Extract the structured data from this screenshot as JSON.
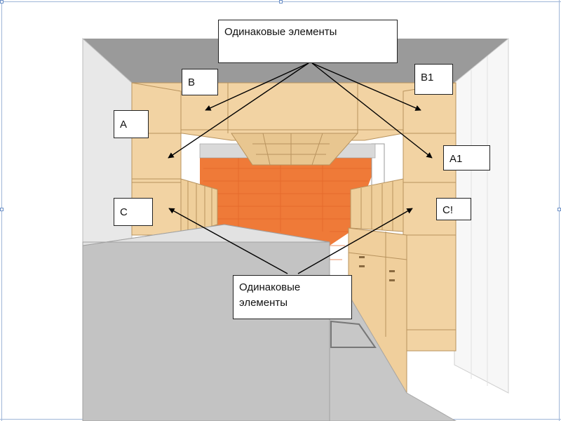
{
  "callouts": {
    "top": "Одинаковые элементы",
    "bottom": "Одинаковые элементы"
  },
  "labels": {
    "A": "A",
    "A1": "A1",
    "B": "B",
    "B1": "B1",
    "C": "C",
    "C1": "C!"
  },
  "colors": {
    "wood": "#f2d3a3",
    "wood_dark": "#d9b784",
    "floor": "#f07a38",
    "ceiling": "#9a9a9a",
    "wall_left": "#e9e9e9",
    "wall_right": "#f8f8f8",
    "floor_gray": "#c6c6c6"
  }
}
